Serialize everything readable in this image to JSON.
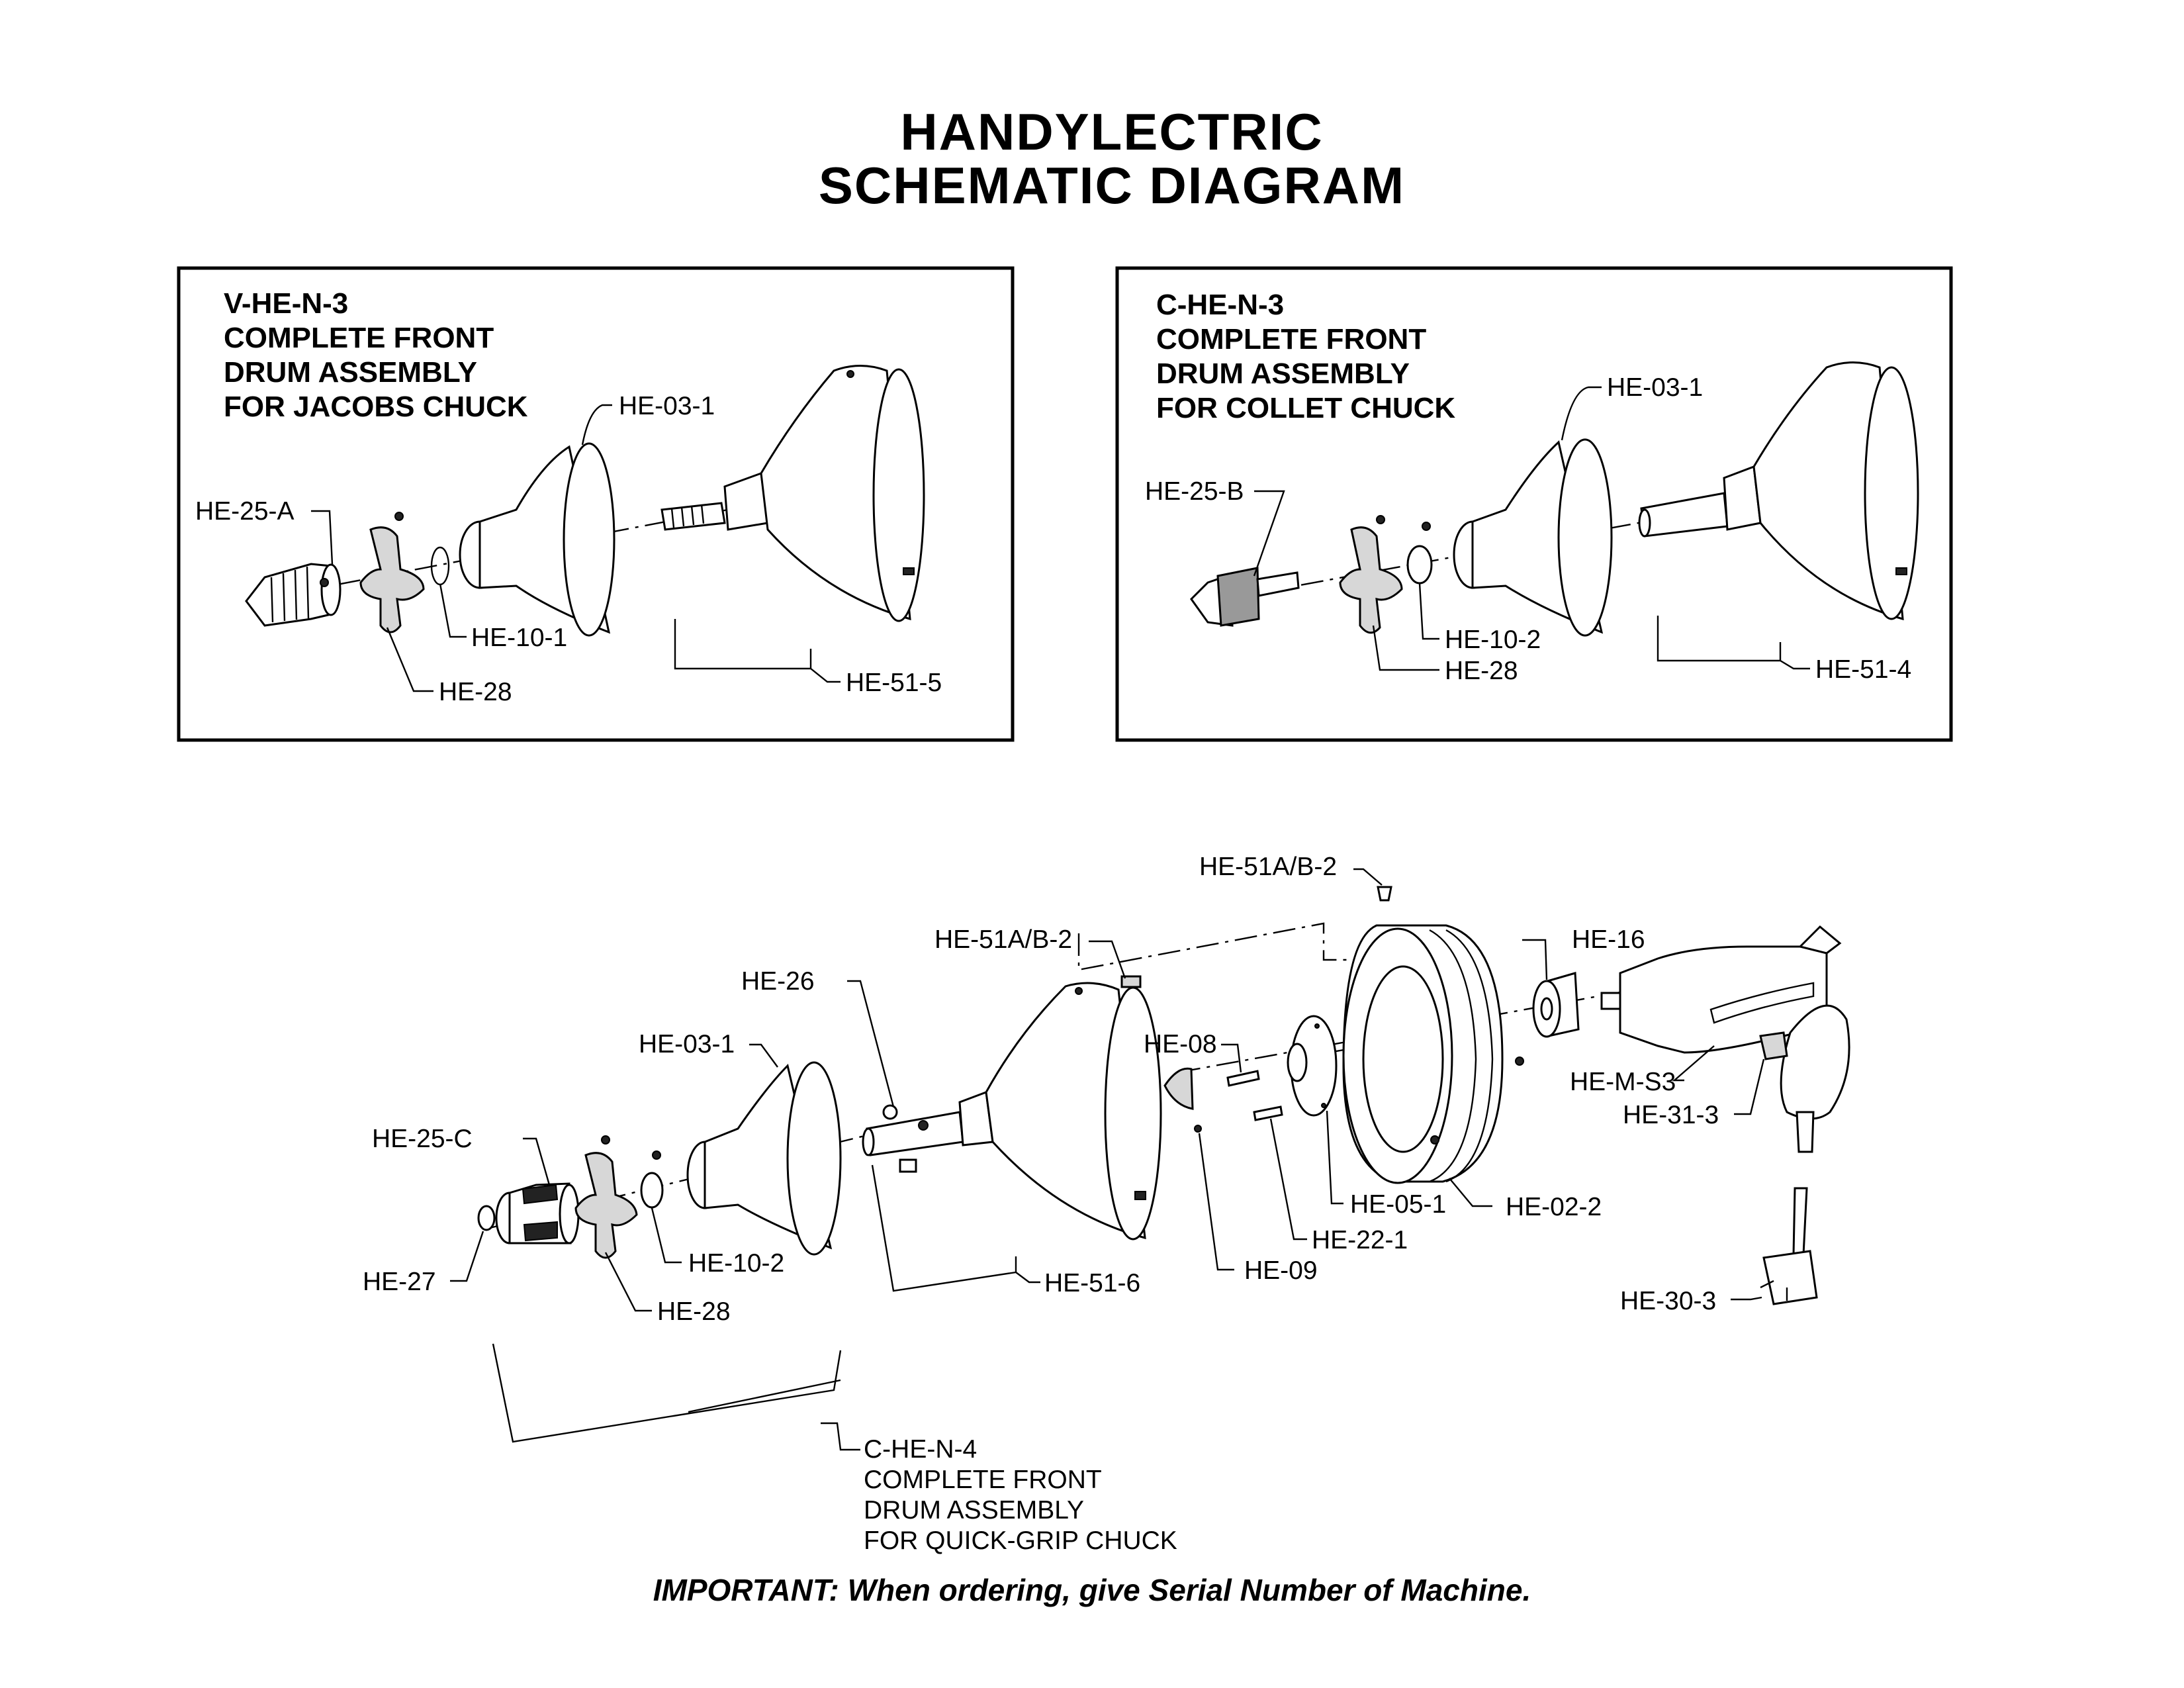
{
  "title": {
    "line1": "HANDYLECTRIC",
    "line2": "SCHEMATIC DIAGRAM"
  },
  "box_left": {
    "code": "V-HE-N-3",
    "line2": "COMPLETE FRONT",
    "line3": "DRUM ASSEMBLY",
    "line4": "FOR JACOBS CHUCK",
    "labels": {
      "he_03_1": "HE-03-1",
      "he_25_a": "HE-25-A",
      "he_10_1": "HE-10-1",
      "he_28": "HE-28",
      "he_51_5": "HE-51-5"
    }
  },
  "box_right": {
    "code": "C-HE-N-3",
    "line2": "COMPLETE FRONT",
    "line3": "DRUM ASSEMBLY",
    "line4": "FOR COLLET CHUCK",
    "labels": {
      "he_03_1": "HE-03-1",
      "he_25_b": "HE-25-B",
      "he_10_2": "HE-10-2",
      "he_28": "HE-28",
      "he_51_4": "HE-51-4"
    }
  },
  "main": {
    "labels": {
      "he_51ab_2_top": "HE-51A/B-2",
      "he_51ab_2": "HE-51A/B-2",
      "he_16": "HE-16",
      "he_26": "HE-26",
      "he_03_1": "HE-03-1",
      "he_08": "HE-08",
      "he_m_s3": "HE-M-S3",
      "he_31_3": "HE-31-3",
      "he_25_c": "HE-25-C",
      "he_05_1": "HE-05-1",
      "he_02_2": "HE-02-2",
      "he_22_1": "HE-22-1",
      "he_10_2": "HE-10-2",
      "he_09": "HE-09",
      "he_27": "HE-27",
      "he_51_6": "HE-51-6",
      "he_28": "HE-28",
      "he_30_3": "HE-30-3"
    },
    "assembly": {
      "code": "C-HE-N-4",
      "line2": "COMPLETE FRONT",
      "line3": "DRUM ASSEMBLY",
      "line4": "FOR QUICK-GRIP CHUCK"
    }
  },
  "note": "IMPORTANT: When ordering, give Serial Number of Machine."
}
